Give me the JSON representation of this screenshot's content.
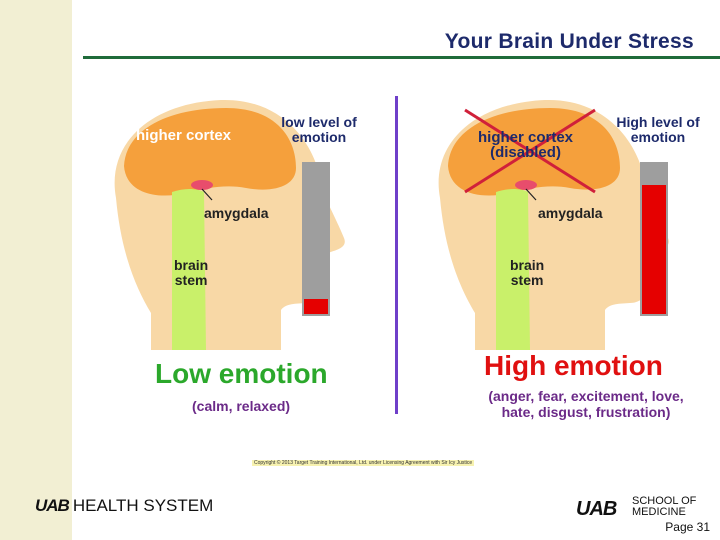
{
  "slide": {
    "title": "Your Brain Under Stress",
    "page_number": "Page 31"
  },
  "left_panel": {
    "cortex_label": "higher cortex",
    "amygdala_label": "amygdala",
    "brainstem_line1": "brain",
    "brainstem_line2": "stem",
    "meter_label_line1": "low level of",
    "meter_label_line2": "emotion",
    "meter_fill": 0.1,
    "heading": "Low emotion",
    "subheading": "(calm, relaxed)"
  },
  "right_panel": {
    "cortex_label_line1": "higher cortex",
    "cortex_label_line2": "(disabled)",
    "amygdala_label": "amygdala",
    "brainstem_line1": "brain",
    "brainstem_line2": "stem",
    "meter_label_line1": "High level of",
    "meter_label_line2": "emotion",
    "meter_fill": 0.85,
    "heading": "High emotion",
    "subheading_line1": "(anger, fear, excitement, love,",
    "subheading_line2": "hate, disgust, frustration)"
  },
  "footer": {
    "copyright": "Copyright © 2013 Target Training International, Ltd. under Licensing Agreement with Sir Icy Justice",
    "left_logo_mark": "UAB",
    "left_logo_text": "HEALTH SYSTEM",
    "right_logo_mark": "UAB",
    "right_logo_line1": "SCHOOL OF",
    "right_logo_line2": "MEDICINE"
  },
  "colors": {
    "head": "#f8d8a6",
    "cortex": "#f5a03c",
    "brainstem": "#c9f06a",
    "amygdala": "#e84d6c",
    "meter_bg": "#9e9e9e",
    "meter_fill": "#e50000",
    "low_heading": "#2ba82b",
    "high_heading": "#e01010",
    "divider": "#6f3fc9"
  }
}
